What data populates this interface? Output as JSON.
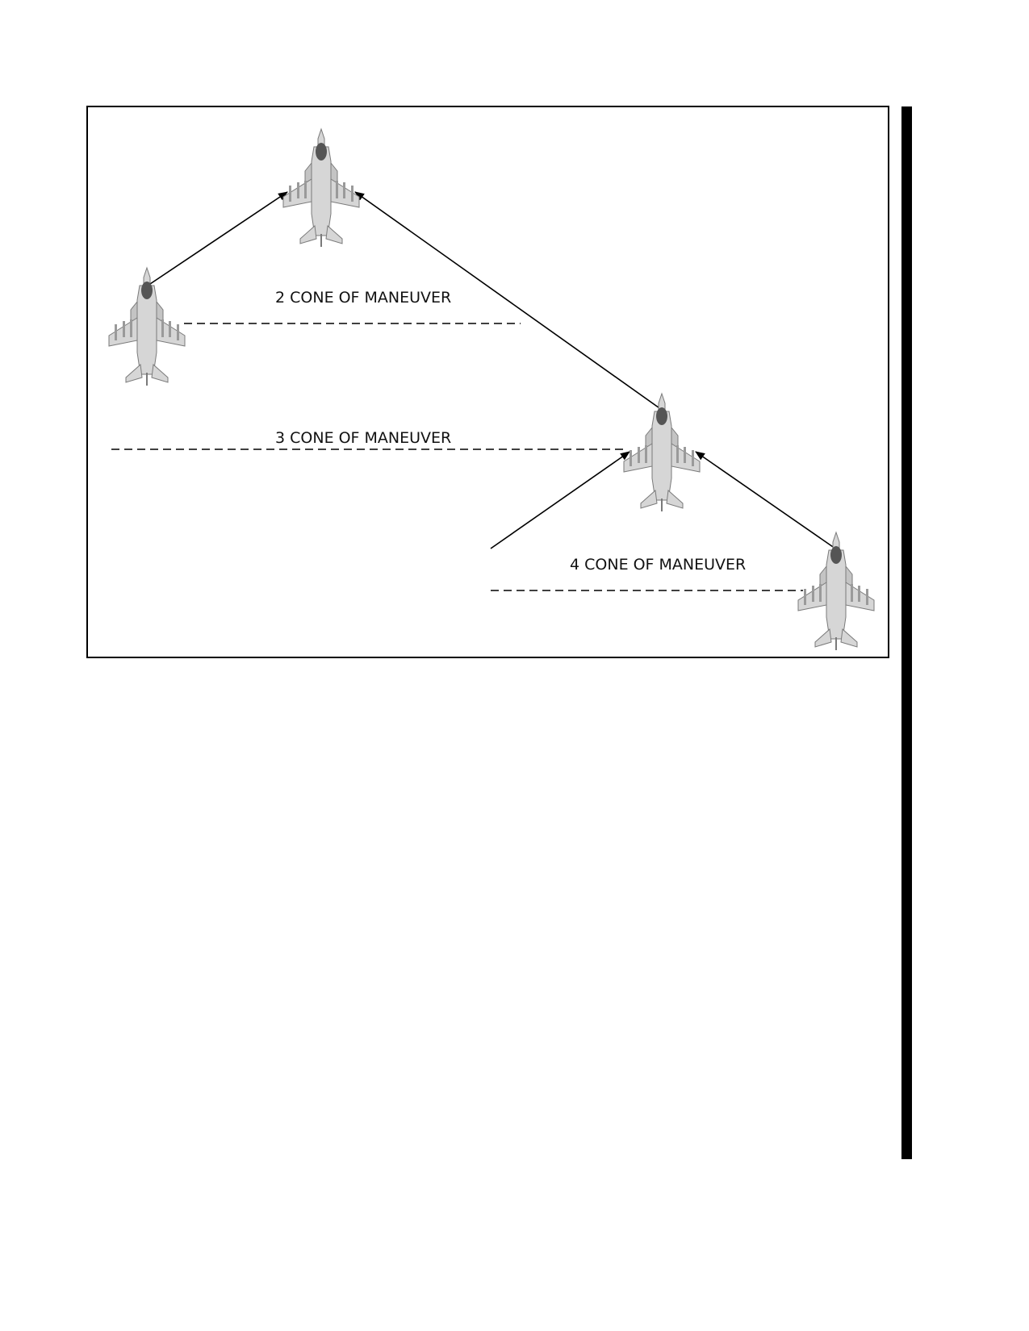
{
  "figure": {
    "labels": {
      "cone_2": "2 CONE OF MANEUVER",
      "cone_3": "3 CONE OF MANEUVER",
      "cone_4": "4 CONE OF MANEUVER"
    },
    "aircraft": [
      {
        "id": "lead"
      },
      {
        "id": "wingman-2"
      },
      {
        "id": "wingman-3"
      },
      {
        "id": "wingman-4"
      }
    ],
    "colors": {
      "frame": "#000000",
      "aircraft_body": "#d6d6d6",
      "aircraft_outline": "#7a7a7a",
      "canopy": "#555555",
      "line": "#000000"
    },
    "change_bar": true
  }
}
